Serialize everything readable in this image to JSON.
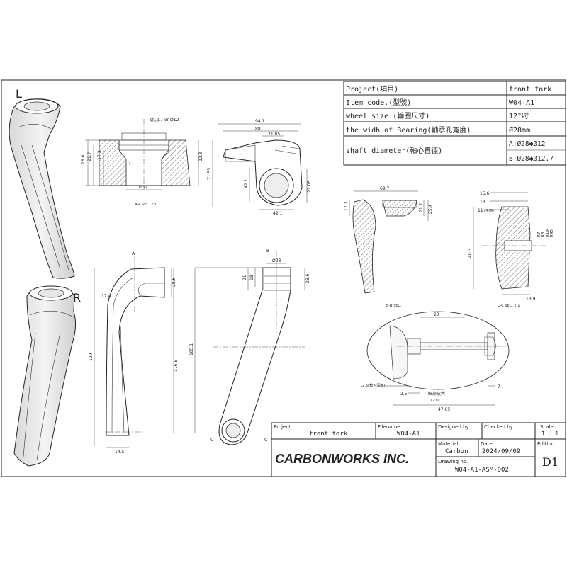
{
  "view_labels": {
    "left": "L",
    "right": "R"
  },
  "spec_table": {
    "rows": [
      {
        "label": "Project(項目)",
        "value": "front fork"
      },
      {
        "label": "Item code.(型號)",
        "value": "W04-A1"
      },
      {
        "label": "wheel size.(輪圈尺寸)",
        "value": "12\"吋"
      },
      {
        "label": "the widh of Bearing(軸承孔寬度)",
        "value": "Ø28mm"
      },
      {
        "label": "shaft diameter(軸心直徑)",
        "value_a": "A:Ø28✱Ø12",
        "value_b": "B:Ø28✱Ø12.7"
      }
    ]
  },
  "section_aa": {
    "caption": "A-A SEC. 2:1",
    "dims": {
      "top": "Ø12.7 or Ø12",
      "h1": "28.6",
      "h2": "21.7",
      "h3": "17.3",
      "bore": "Ø32",
      "right": "22.3",
      "chamfer": "2"
    }
  },
  "top_view": {
    "dims": {
      "w1": "94.1",
      "w2": "88",
      "w3": "21.05",
      "h": "71.55",
      "h2": "42.1",
      "r": "21.05",
      "bottom": "42.1"
    }
  },
  "section_bb": {
    "caption": "B-B SEC.",
    "dims": {
      "w": "69.7",
      "h1": "17.3",
      "h2": "21.7",
      "h3": "25.4"
    }
  },
  "section_cc": {
    "caption": "C-C SEC. 2:1",
    "dims": {
      "t1": "15.6",
      "t2": "13",
      "t3": "11",
      "t3_note": "(平面)",
      "h": "40.3",
      "b": "13.9",
      "r1": "R7",
      "r2": "R8",
      "r3": "R19",
      "r4": "R45"
    }
  },
  "side_view_a": {
    "dims": {
      "h1": "199",
      "h2": "176.5",
      "w": "14.5",
      "top": "28.6",
      "r": "17.4"
    },
    "markers": {
      "a": "A"
    }
  },
  "side_view_b": {
    "dims": {
      "top": "Ø28",
      "h1": "185.1",
      "r": "28.6",
      "s1": "21",
      "s2": "18"
    },
    "markers": {
      "b": "B",
      "c": "C"
    }
  },
  "detail_d": {
    "caption": "(2:D)",
    "title": "細部放大",
    "dims": {
      "a": "20",
      "b": "2.5",
      "c": "7",
      "d": "47.65"
    },
    "note": "12.5(鎖入深度)"
  },
  "title_block": {
    "project_label": "Project",
    "project_value": "front fork",
    "filename_label": "Filename",
    "filename_value": "W04-A1",
    "designed_label": "Designed by",
    "designed_value": "",
    "checked_label": "Checked by",
    "checked_value": "",
    "scale_label": "Scale",
    "scale_value": "1 : 1",
    "company": "CARBONWORKS INC.",
    "material_label": "Material",
    "material_value": "Carbon",
    "date_label": "Date",
    "date_value": "2024/09/09",
    "edition_label": "Edition",
    "edition_value": "D1",
    "drawing_label": "Drawing no.",
    "drawing_value": "W04-A1-ASM-002"
  }
}
